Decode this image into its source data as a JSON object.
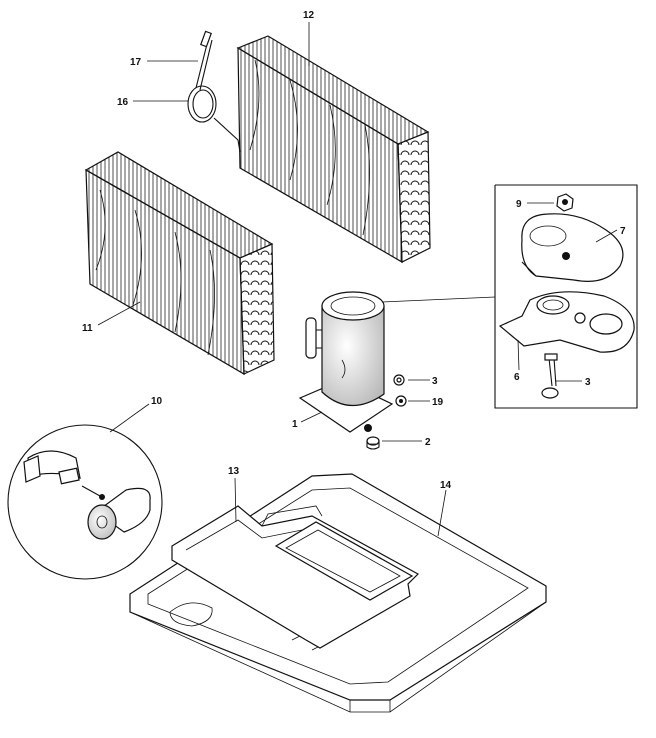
{
  "callouts": {
    "c1": "1",
    "c2": "2",
    "c3a": "3",
    "c3b": "3",
    "c6": "6",
    "c7": "7",
    "c9": "9",
    "c10": "10",
    "c11": "11",
    "c12": "12",
    "c13": "13",
    "c14": "14",
    "c16": "16",
    "c17": "17",
    "c19": "19"
  }
}
